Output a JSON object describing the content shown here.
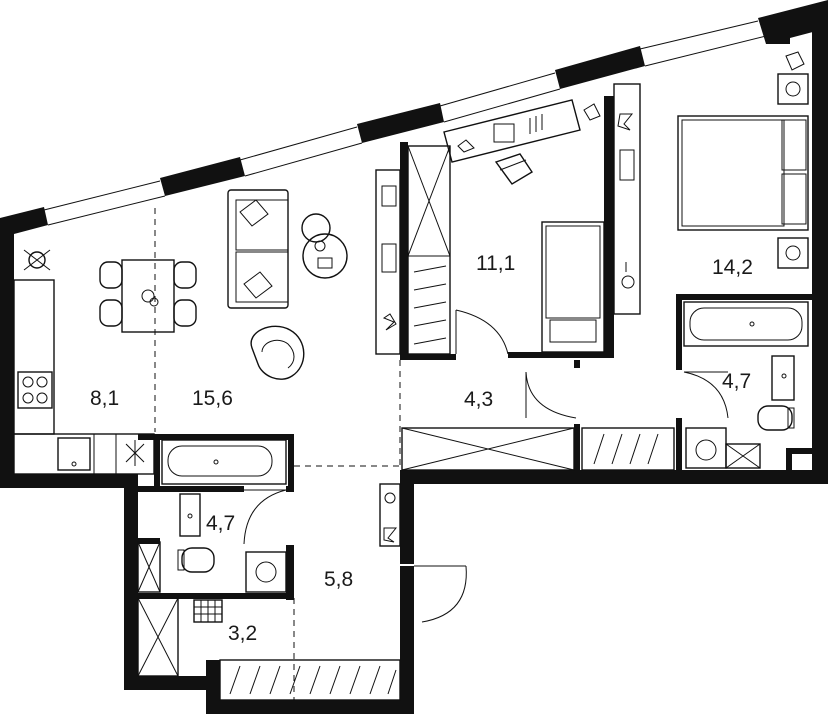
{
  "rooms": [
    {
      "id": "kitchen",
      "area": "8,1"
    },
    {
      "id": "living",
      "area": "15,6"
    },
    {
      "id": "bedroom-small",
      "area": "11,1"
    },
    {
      "id": "bedroom-master",
      "area": "14,2"
    },
    {
      "id": "hall",
      "area": "4,3"
    },
    {
      "id": "bathroom-right",
      "area": "4,7"
    },
    {
      "id": "bathroom-left",
      "area": "4,7"
    },
    {
      "id": "entrance",
      "area": "5,8"
    },
    {
      "id": "storage",
      "area": "3,2"
    }
  ],
  "colors": {
    "wall": "#111111",
    "background": "#ffffff",
    "text": "#1a1a1a"
  }
}
